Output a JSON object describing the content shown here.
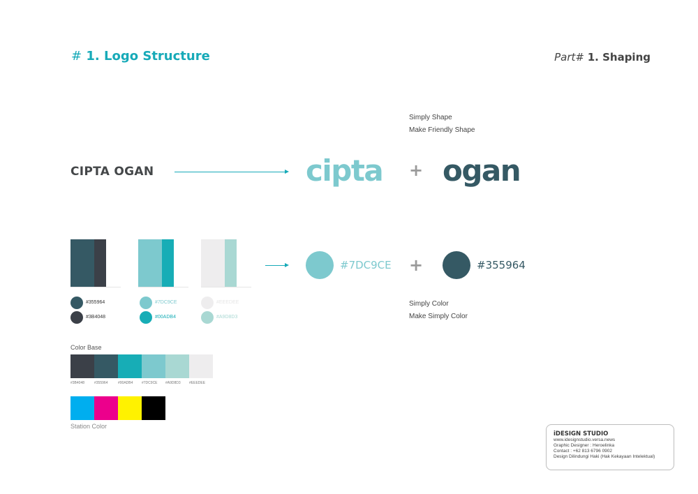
{
  "header": {
    "hash": "#",
    "title": "1. Logo Structure",
    "part_prefix": "Part#",
    "part_title": "1. Shaping"
  },
  "shape_notes": [
    "Simply Shape",
    "Make Friendly Shape"
  ],
  "brand": {
    "name": "CIPTA OGAN",
    "word_left": "cipta",
    "word_right": "ogan",
    "plus": "+"
  },
  "swatch_groups": [
    {
      "left_color": "#355964",
      "right_color": "#3B4048",
      "labels": [
        "#355964",
        "#3B4048"
      ],
      "dot_colors": [
        "#355964",
        "#3B4048"
      ]
    },
    {
      "left_color": "#7DC9CE",
      "right_color": "#00ADB4",
      "labels": [
        "#7DC9CE",
        "#00ADB4"
      ],
      "dot_colors": [
        "#7DC9CE",
        "#00ADB4"
      ]
    },
    {
      "left_color": "#EEEDEE",
      "right_color": "#A9D8D3",
      "labels": [
        "#EEEDEE",
        "#A9D8D3"
      ],
      "dot_colors": [
        "#EEEDEE",
        "#A9D8D3"
      ]
    }
  ],
  "main_colors": {
    "left_hex": "#7DC9CE",
    "right_hex": "#355964",
    "plus": "+"
  },
  "color_notes": [
    "Simply Color",
    "Make Simply Color"
  ],
  "color_base": {
    "title": "Color Base",
    "colors": [
      "#3B4048",
      "#355964",
      "#00ADB4",
      "#7DC9CE",
      "#A9D8D3",
      "#EEEDEE"
    ],
    "labels": [
      "#3B4048",
      "#355964",
      "#00ADB4",
      "#7DC9CE",
      "#A9D8D3",
      "#EEEDEE"
    ]
  },
  "station": {
    "title": "Station Color",
    "colors": [
      "#00AEEF",
      "#EC008C",
      "#FFF200",
      "#000000"
    ]
  },
  "studio": {
    "title": "iDESIGN STUDIO",
    "lines": [
      "www.idesignstudio.versa.news",
      "Graphic Designer : Heroelinka",
      "Contact : +62 813 6796 0902",
      "Design Dilindungi Haki (Hak Kekayaan Intelektual)"
    ]
  }
}
